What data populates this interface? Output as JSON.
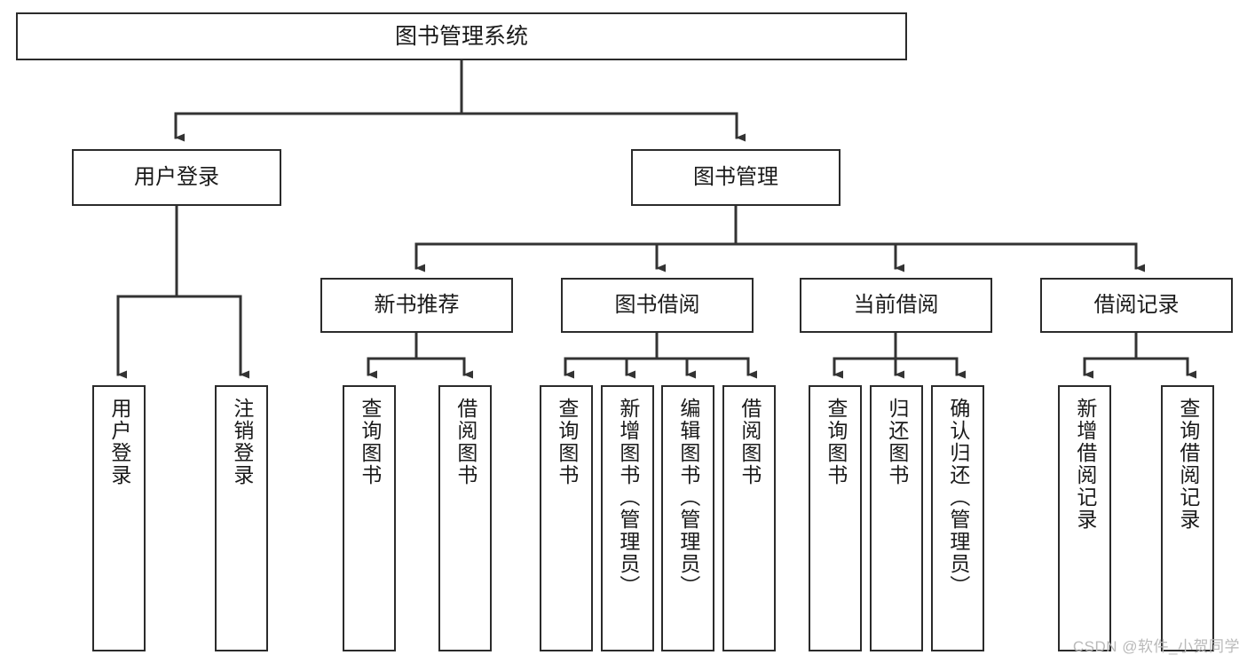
{
  "diagram": {
    "title": "图书管理系统",
    "type": "tree-structure-chart",
    "colors": {
      "box_border": "#2b2b2b",
      "box_fill": "#ffffff",
      "edge": "#333333",
      "text": "#1a1a1a",
      "watermark": "#b9b9b9"
    },
    "root": {
      "label": "图书管理系统"
    },
    "level2": [
      {
        "label": "用户登录"
      },
      {
        "label": "图书管理"
      }
    ],
    "level3": [
      {
        "label": "新书推荐"
      },
      {
        "label": "图书借阅"
      },
      {
        "label": "当前借阅"
      },
      {
        "label": "借阅记录"
      }
    ],
    "leaves": {
      "user_login": [
        {
          "label": "用户登录"
        },
        {
          "label": "注销登录"
        }
      ],
      "new_book": [
        {
          "label": "查询图书"
        },
        {
          "label": "借阅图书"
        }
      ],
      "book_borrow": [
        {
          "label": "查询图书"
        },
        {
          "label": "新增图书（管理员）"
        },
        {
          "label": "编辑图书（管理员）"
        },
        {
          "label": "借阅图书"
        }
      ],
      "current_borrow": [
        {
          "label": "查询图书"
        },
        {
          "label": "归还图书"
        },
        {
          "label": "确认归还（管理员）"
        }
      ],
      "borrow_record": [
        {
          "label": "新增借阅记录"
        },
        {
          "label": "查询借阅记录"
        }
      ]
    },
    "watermark": "CSDN @软件_小贺同学"
  }
}
